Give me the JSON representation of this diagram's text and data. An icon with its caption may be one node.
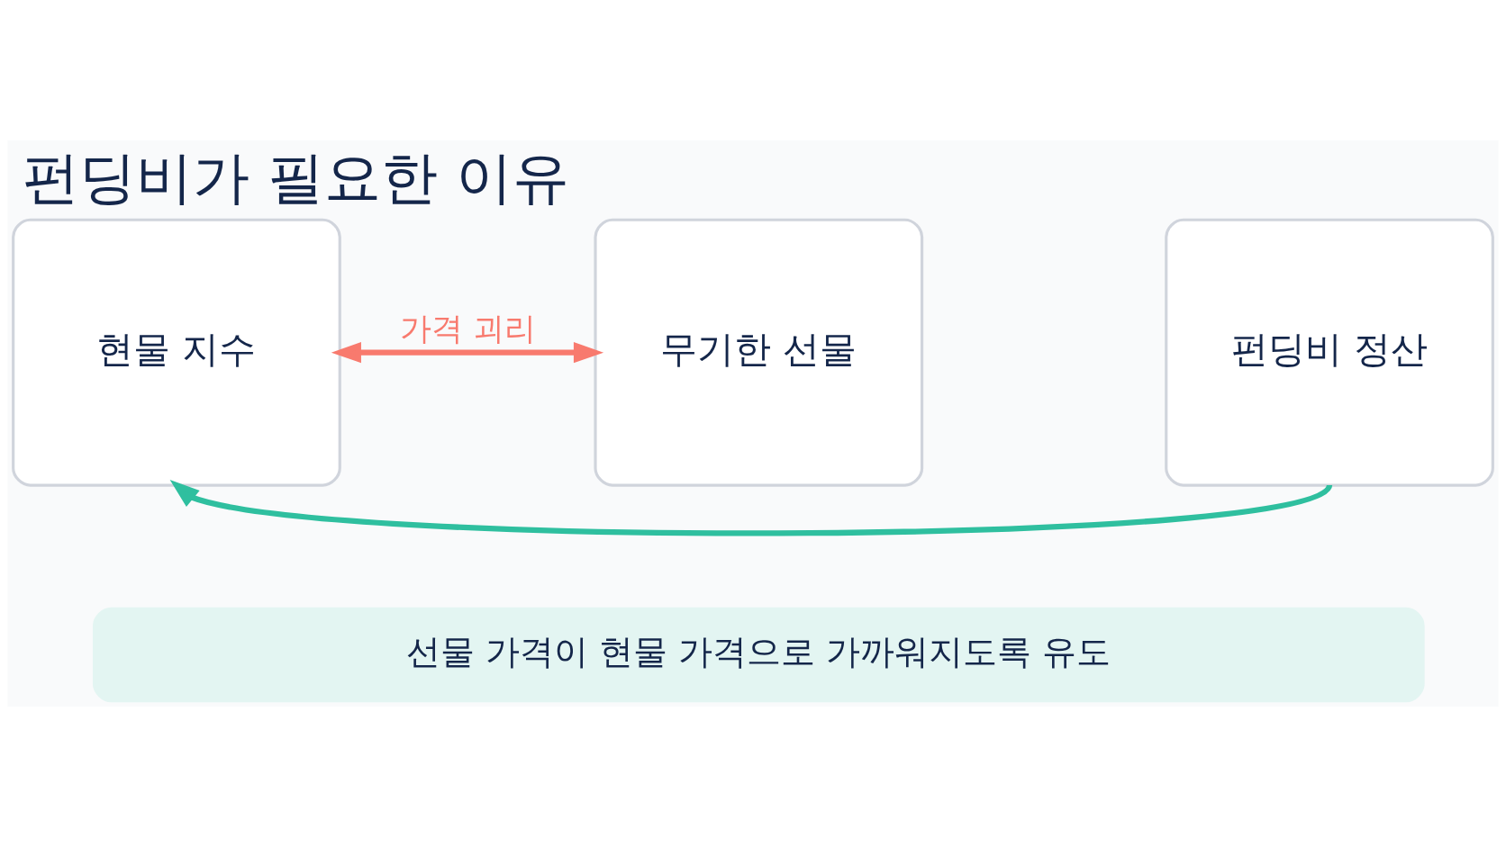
{
  "diagram": {
    "title": "펀딩비가 필요한 이유",
    "nodes": [
      {
        "text": [
          "현물 지수"
        ]
      },
      {
        "text": [
          "무기한 선물"
        ]
      },
      {
        "text": [
          "펀딩비 정산"
        ]
      },
      {
        "text": [
          "선물 가격이 현물 가격으로 가까워지도록 유도"
        ]
      }
    ],
    "edges": [
      {
        "from": 0,
        "to": 1,
        "arrow": "both",
        "label": "가격 괴리",
        "color": "#f87a6e"
      },
      {
        "from": 2,
        "to": 0,
        "arrow": "to",
        "color": "#2fbf9f"
      }
    ]
  }
}
